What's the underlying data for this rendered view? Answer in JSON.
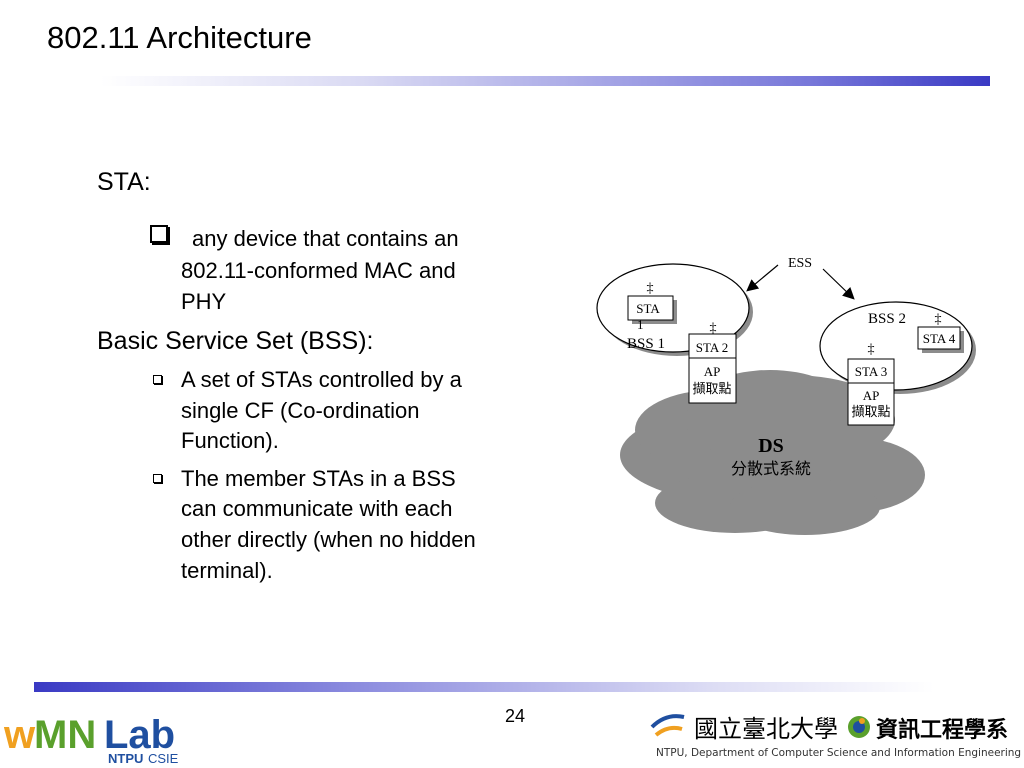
{
  "slide": {
    "title": "802.11 Architecture",
    "page_number": "24"
  },
  "content": {
    "sta_heading": "STA:",
    "sta_bullet_lines": [
      "any device that contains an",
      "802.11-conformed MAC and",
      "PHY"
    ],
    "bss_heading": "Basic Service Set (BSS):",
    "bss_bullet1_lines": [
      "A set of STAs controlled by a",
      "single CF (Co-ordination",
      "Function)."
    ],
    "bss_bullet2_lines": [
      "The member STAs in a BSS",
      "can communicate with each",
      "other directly (when no hidden",
      "terminal)."
    ]
  },
  "diagram": {
    "ess": "ESS",
    "bss1": "BSS 1",
    "bss2": "BSS 2",
    "sta1_line1": "STA",
    "sta1_line2": "1",
    "sta2": "STA 2",
    "sta3": "STA 3",
    "sta4": "STA 4",
    "ap_label": "AP",
    "ap_chinese": "擷取點",
    "ds": "DS",
    "ds_chinese": "分散式系統",
    "antenna_glyph": "‡"
  },
  "footer": {
    "left_logo_text_1": "w",
    "left_logo_text_2": "MN",
    "left_logo_text_3": "Lab",
    "left_logo_sub_1": "NTPU",
    "left_logo_sub_2": "CSIE",
    "right_logo_chinese_1": "國立臺北大學",
    "right_logo_chinese_2": "資訊工程學系",
    "right_logo_english": "NTPU, Department of Computer Science and Information Engineering"
  },
  "colors": {
    "accent_blue": "#3a3ac4",
    "cloud_gray": "#8c8c8c",
    "logo_orange": "#f0a020",
    "logo_green": "#5aa02c",
    "logo_blue": "#1f4fa0"
  }
}
